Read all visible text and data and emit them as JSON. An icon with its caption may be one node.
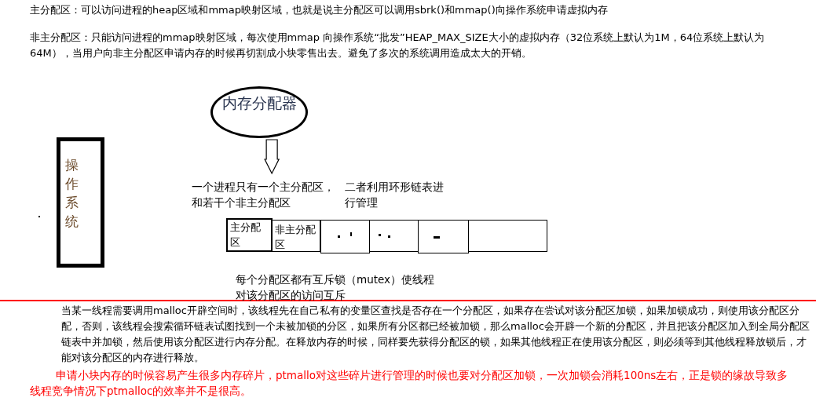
{
  "diagram": {
    "nodes": [
      {
        "text": [
          "内存分配器"
        ]
      },
      {
        "text": [
          "操作系统"
        ]
      },
      {
        "text": [
          "一个进程只有一个主分配区，和若干个非主分配区"
        ]
      },
      {
        "text": [
          "主分配区"
        ]
      },
      {
        "text": [
          "非主分配区"
        ]
      },
      {
        "text": [],
        "shape": "box"
      },
      {
        "text": [],
        "shape": "box"
      },
      {
        "text": [],
        "shape": "box"
      },
      {
        "text": [],
        "shape": "box"
      }
    ],
    "edges": [
      {
        "from": 0,
        "to": 2,
        "arrow": "to"
      }
    ],
    "labels": [
      "主分配区：可以访问进程的heap区域和mmap映射区域，也就是说主分配区可以调用sbrk()和mmap()向操作系统申请虚拟内存",
      "非主分配区：只能访问进程的mmap映射区域，每次使用mmap 向操作系统“批发”HEAP_MAX_SIZE大小的虚拟内存（32位系统上默认为1M，64位系统上默认为64M），当用户向非主分配区申请内存的时候再切割成小块零售出去。避免了多次的系统调用造成太大的开销。",
      "二者利用环形链表进行管理",
      "每个分配区都有互斥锁（mutex）使线程对该分配区的访问互斥",
      "当某一线程需要调用malloc开辟空间时，该线程先在自己私有的变量区查找是否存在一个分配区，如果存在尝试对该分配区加锁，如果加锁成功，则使用该分配区分配，否则，该线程会搜索循环链表试图找到一个未被加锁的分区，如果所有分区都已经被加锁，那么malloc会开辟一个新的分配区，并且把该分配区加入到全局分配区链表中并加锁，然后使用该分配区进行内存分配。在释放内存的时候，同样要先获得分配区的锁，如果其他线程正在使用该分配区，则必须等到其他线程释放锁后，才能对该分配区的内存进行释放。",
      "申请小块内存的时候容易产生很多内存碎片，ptmallo对这些碎片进行管理的时候也要对分配区加锁，一次加锁会消耗100ns左右，正是锁的缘故导致多线程竞争情况下ptmalloc的效率并不是很高。"
    ]
  }
}
